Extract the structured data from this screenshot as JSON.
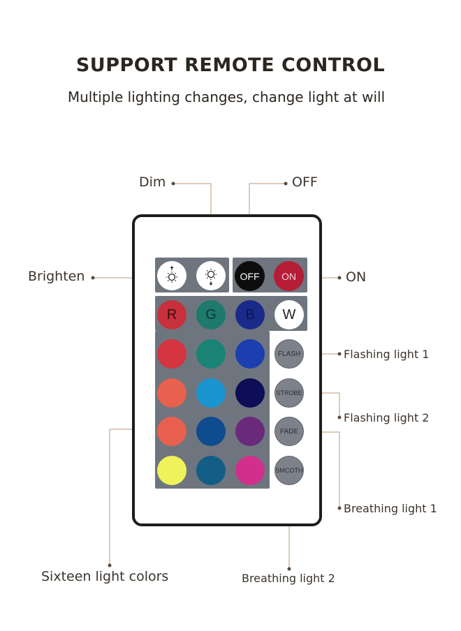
{
  "header": {
    "title": "SUPPORT REMOTE CONTROL",
    "subtitle": "Multiple lighting changes, change light at will"
  },
  "remote": {
    "off_label": "OFF",
    "on_label": "ON",
    "r_label": "R",
    "g_label": "G",
    "b_label": "B",
    "w_label": "W",
    "flash_label": "FLASH",
    "strobe_label": "STROBE",
    "fade_label": "FADE",
    "smooth_label": "SMCOTH",
    "colors": {
      "red": "#c8303c",
      "green": "#1e7a6c",
      "blue": "#1a2a8a",
      "rows": [
        [
          "#d43540",
          "#1a8375",
          "#1b3fb0"
        ],
        [
          "#e8604e",
          "#1b95d0",
          "#0d0e55"
        ],
        [
          "#e8604e",
          "#0e4b8f",
          "#6a2a7a"
        ],
        [
          "#f0f25a",
          "#125e86",
          "#d0308c"
        ]
      ]
    }
  },
  "callouts": {
    "dim": "Dim",
    "off": "OFF",
    "brighten": "Brighten",
    "on": "ON",
    "flashing1": "Flashing light 1",
    "flashing2": "Flashing light 2",
    "breathing1": "Breathing light 1",
    "breathing2": "Breathing light 2",
    "sixteen": "Sixteen light colors"
  }
}
